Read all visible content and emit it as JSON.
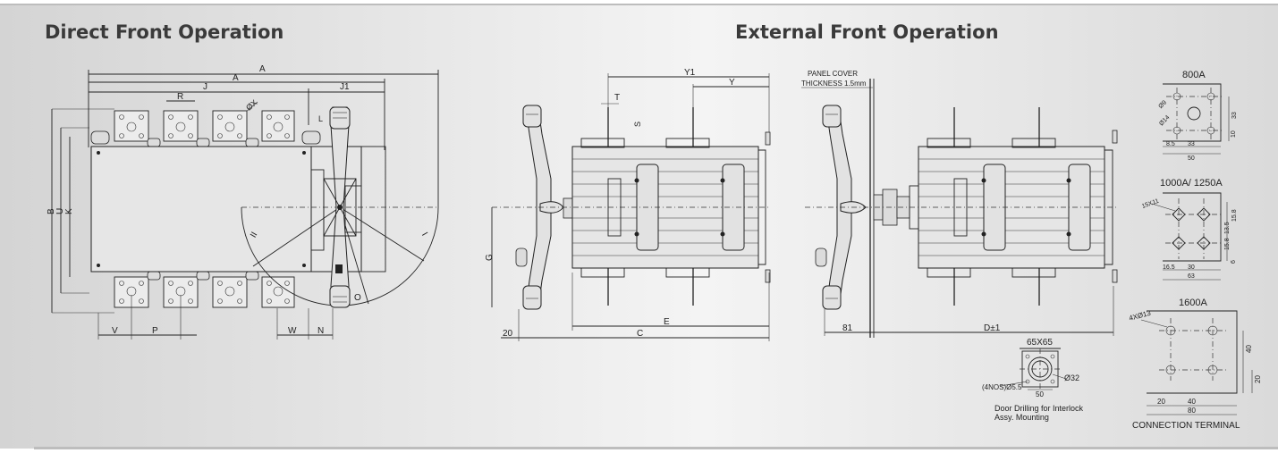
{
  "headings": {
    "direct": "Direct Front Operation",
    "external": "External Front Operation"
  },
  "direct_dims": {
    "A_outer": "A",
    "A_inner": "A",
    "J": "J",
    "J1": "J1",
    "R": "R",
    "X": "ØX",
    "L": "L",
    "B": "B",
    "U": "U",
    "K": "K",
    "V": "V",
    "P": "P",
    "W": "W",
    "N": "N",
    "O": "O",
    "I": "I",
    "II": "II"
  },
  "side_dims": {
    "Y1": "Y1",
    "Y": "Y",
    "T": "T",
    "S": "S",
    "G": "G",
    "E": "E",
    "C": "C",
    "twenty": "20"
  },
  "external_dims": {
    "panel_line1": "PANEL COVER",
    "panel_line2": "THICKNESS 1.5mm",
    "eightyone": "81",
    "D": "D±1"
  },
  "door_drilling": {
    "size": "65X65",
    "holes": "(4NOS)Ø5.5",
    "dia": "Ø32",
    "pitch": "50",
    "caption_line1": "Door Drilling for Interlock",
    "caption_line2": "Assy. Mounting"
  },
  "terminal_800": {
    "title": "800A",
    "hole": "Ø9",
    "hole2": "Ø14",
    "d33v": "33",
    "d10": "10",
    "d85": "8.5",
    "d33h": "33",
    "d50": "50"
  },
  "terminal_1000": {
    "title": "1000A/ 1250A",
    "slot": "15X11",
    "d158a": "15.8",
    "d135": "13.5",
    "d158b": "15.8",
    "d6": "6",
    "d165": "16.5",
    "d30": "30",
    "d63": "63"
  },
  "terminal_1600": {
    "title": "1600A",
    "holes": "4XØ13",
    "d40v": "40",
    "d20v": "20",
    "d20h": "20",
    "d40h": "40",
    "d80": "80"
  },
  "caption": "CONNECTION TERMINAL",
  "colors": {
    "panel_bg": "#dedede",
    "line": "#222222",
    "heading": "#3a3a3a"
  }
}
